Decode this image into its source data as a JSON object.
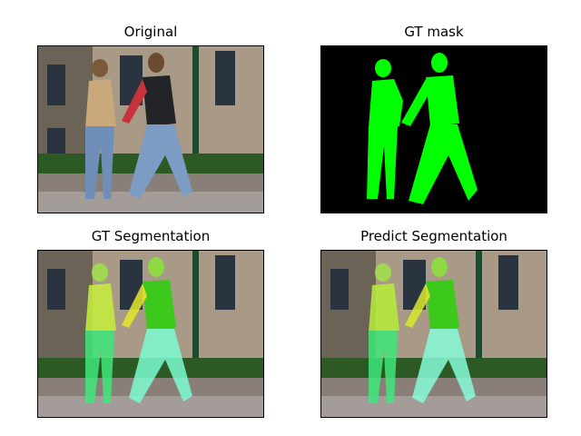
{
  "panels": [
    {
      "title": "Original"
    },
    {
      "title": "GT mask"
    },
    {
      "title": "GT Segmentation"
    },
    {
      "title": "Predict Segmentation"
    }
  ],
  "colors": {
    "mask": "#00ff00",
    "background": "#000000",
    "sky": "#e8ecef",
    "building": "#9c8f7d",
    "building_shadow": "#4e4a40",
    "window": "#2a3440",
    "lamp_post": "#1e4a2e",
    "hedge": "#2d5a24",
    "path": "#8a7f78",
    "road": "#a39c98",
    "jacket": "#c9a97c",
    "jeans": "#6f8fb8",
    "red_shirt": "#c8323a",
    "vest": "#222428"
  }
}
